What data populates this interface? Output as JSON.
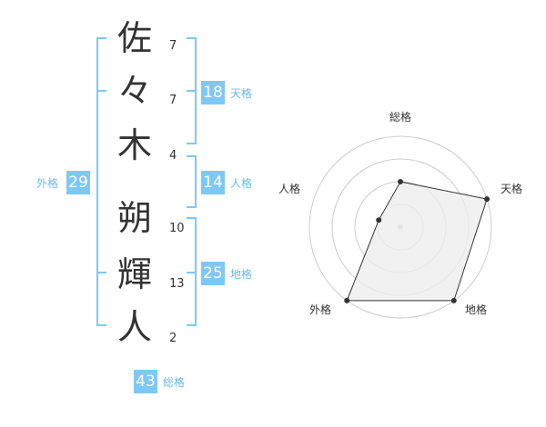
{
  "name_chars": [
    {
      "char": "佐",
      "strokes": "7"
    },
    {
      "char": "々",
      "strokes": "7"
    },
    {
      "char": "木",
      "strokes": "4"
    },
    {
      "char": "朔",
      "strokes": "10"
    },
    {
      "char": "輝",
      "strokes": "13"
    },
    {
      "char": "人",
      "strokes": "2"
    }
  ],
  "kaku": {
    "tenkaku": {
      "value": "18",
      "label": "天格"
    },
    "jinkaku": {
      "value": "14",
      "label": "人格"
    },
    "chikaku": {
      "value": "25",
      "label": "地格"
    },
    "gaikaku": {
      "value": "29",
      "label": "外格"
    },
    "soukaku": {
      "value": "43",
      "label": "総格"
    }
  },
  "radar": {
    "axes": [
      "総格",
      "天格",
      "地格",
      "外格",
      "人格"
    ],
    "levels": 4,
    "values": [
      0.5,
      1.0,
      1.0,
      1.0,
      0.25
    ],
    "colors": {
      "grid": "#cccccc",
      "fill": "#eeeeee",
      "line": "#333333",
      "center": "#bbbbbb"
    }
  },
  "colors": {
    "accent": "#7ec8f6",
    "bracket": "#7ec8f6",
    "label": "#67b9ef"
  }
}
